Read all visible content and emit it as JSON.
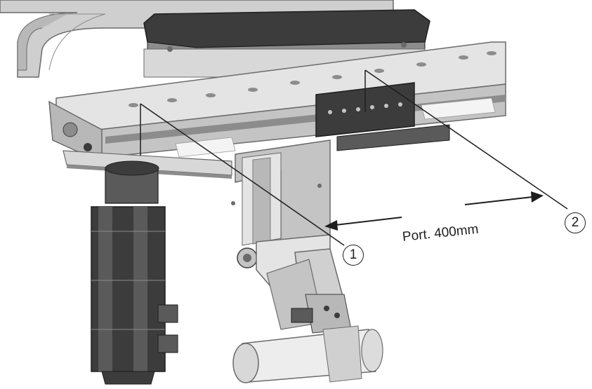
{
  "diagram": {
    "dimension_label": "Port. 400mm",
    "callouts": [
      {
        "id": "1",
        "label": "1"
      },
      {
        "id": "2",
        "label": "2"
      }
    ]
  },
  "colors": {
    "ink": "#1e1e1e",
    "metal_light": "#e4e4e4",
    "metal_mid": "#c4c4c4",
    "metal_dark": "#8c8c8c",
    "plate": "#3c3c3c"
  }
}
